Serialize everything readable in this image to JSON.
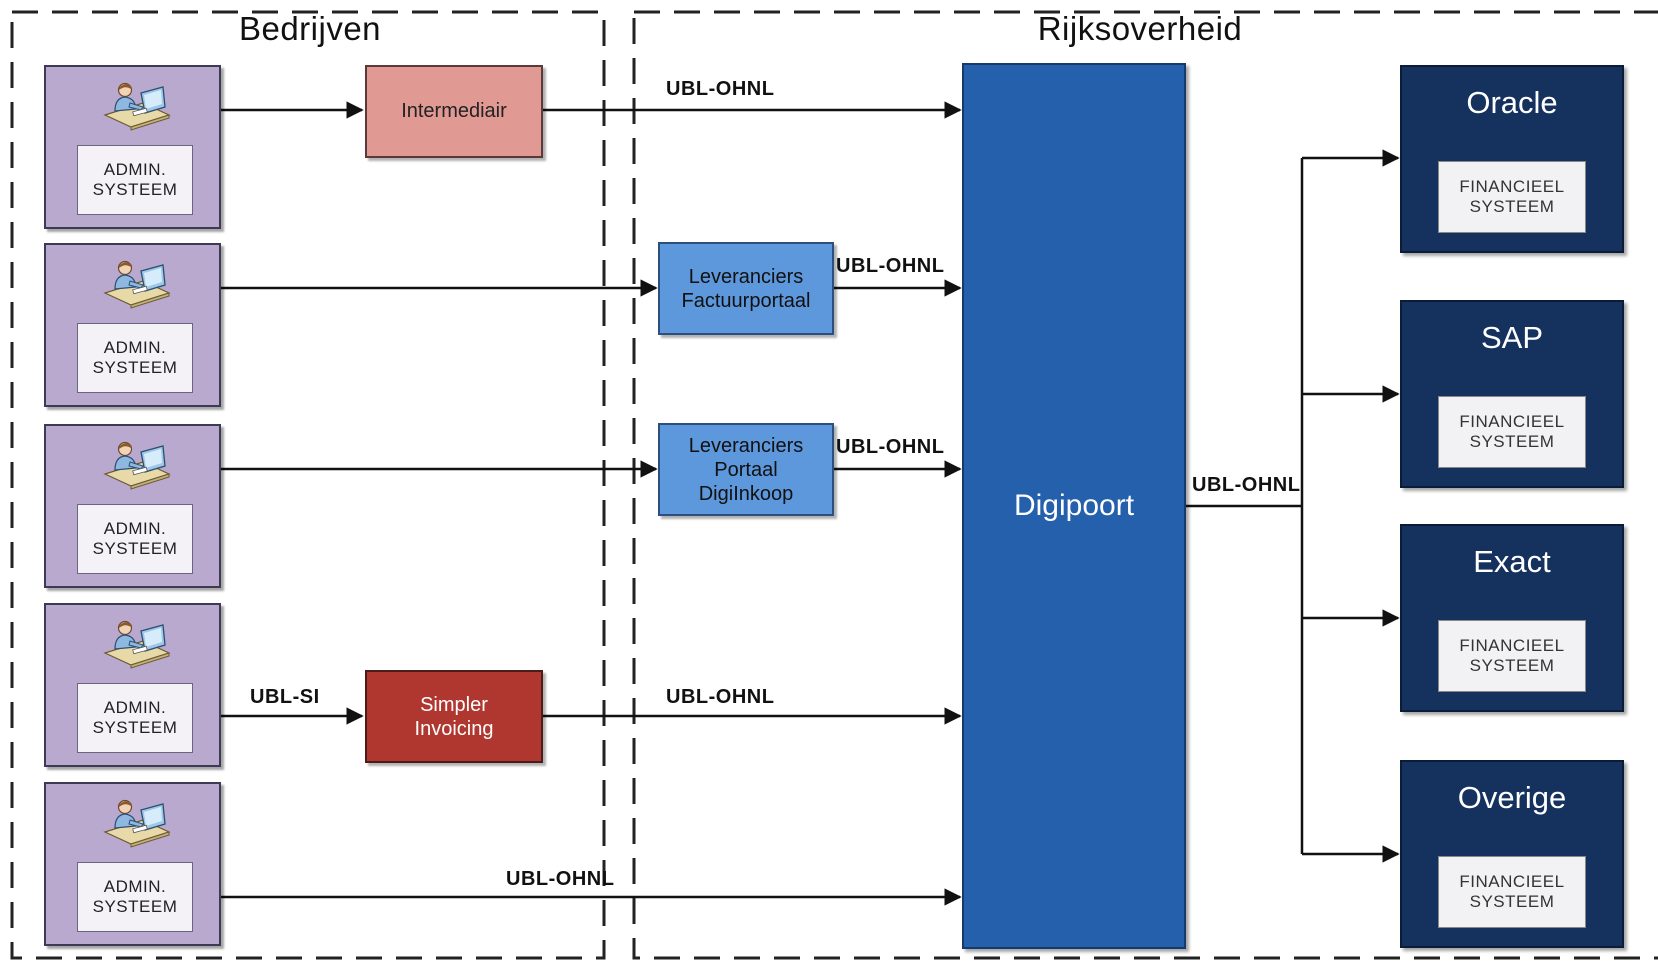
{
  "zones": {
    "left_title": "Bedrijven",
    "right_title": "Rijksoverheid"
  },
  "companies": [
    {
      "system": "ADMIN.\nSYSTEEM"
    },
    {
      "system": "ADMIN.\nSYSTEEM"
    },
    {
      "system": "ADMIN.\nSYSTEEM"
    },
    {
      "system": "ADMIN.\nSYSTEEM"
    },
    {
      "system": "ADMIN.\nSYSTEEM"
    }
  ],
  "intermediaries": {
    "intermediair": "Intermediair",
    "simpler_invoicing": "Simpler\nInvoicing",
    "factuurportaal": "Leveranciers\nFactuurportaal",
    "digiinkoop": "Leveranciers\nPortaal\nDigiInkoop"
  },
  "hub": {
    "label": "Digipoort"
  },
  "systems": [
    {
      "name": "Oracle",
      "sub": "FINANCIEEL\nSYSTEEM"
    },
    {
      "name": "SAP",
      "sub": "FINANCIEEL\nSYSTEEM"
    },
    {
      "name": "Exact",
      "sub": "FINANCIEEL\nSYSTEEM"
    },
    {
      "name": "Overige",
      "sub": "FINANCIEEL\nSYSTEEM"
    }
  ],
  "flow_labels": {
    "row1": "UBL-OHNL",
    "factuurportaal_out": "UBL-OHNL",
    "digiinkoop_out": "UBL-OHNL",
    "simpler_in": "UBL-SI",
    "simpler_out": "UBL-OHNL",
    "direct": "UBL-OHNL",
    "digipoort_out": "UBL-OHNL"
  },
  "icons": {
    "company": "person-at-desk-icon"
  },
  "colors": {
    "company_fill": "#b9a9cf",
    "intermediair_fill": "#e19a93",
    "simpler_fill": "#b03630",
    "portal_fill": "#5d98dc",
    "digipoort_fill": "#2560ad",
    "system_fill": "#15325f"
  }
}
